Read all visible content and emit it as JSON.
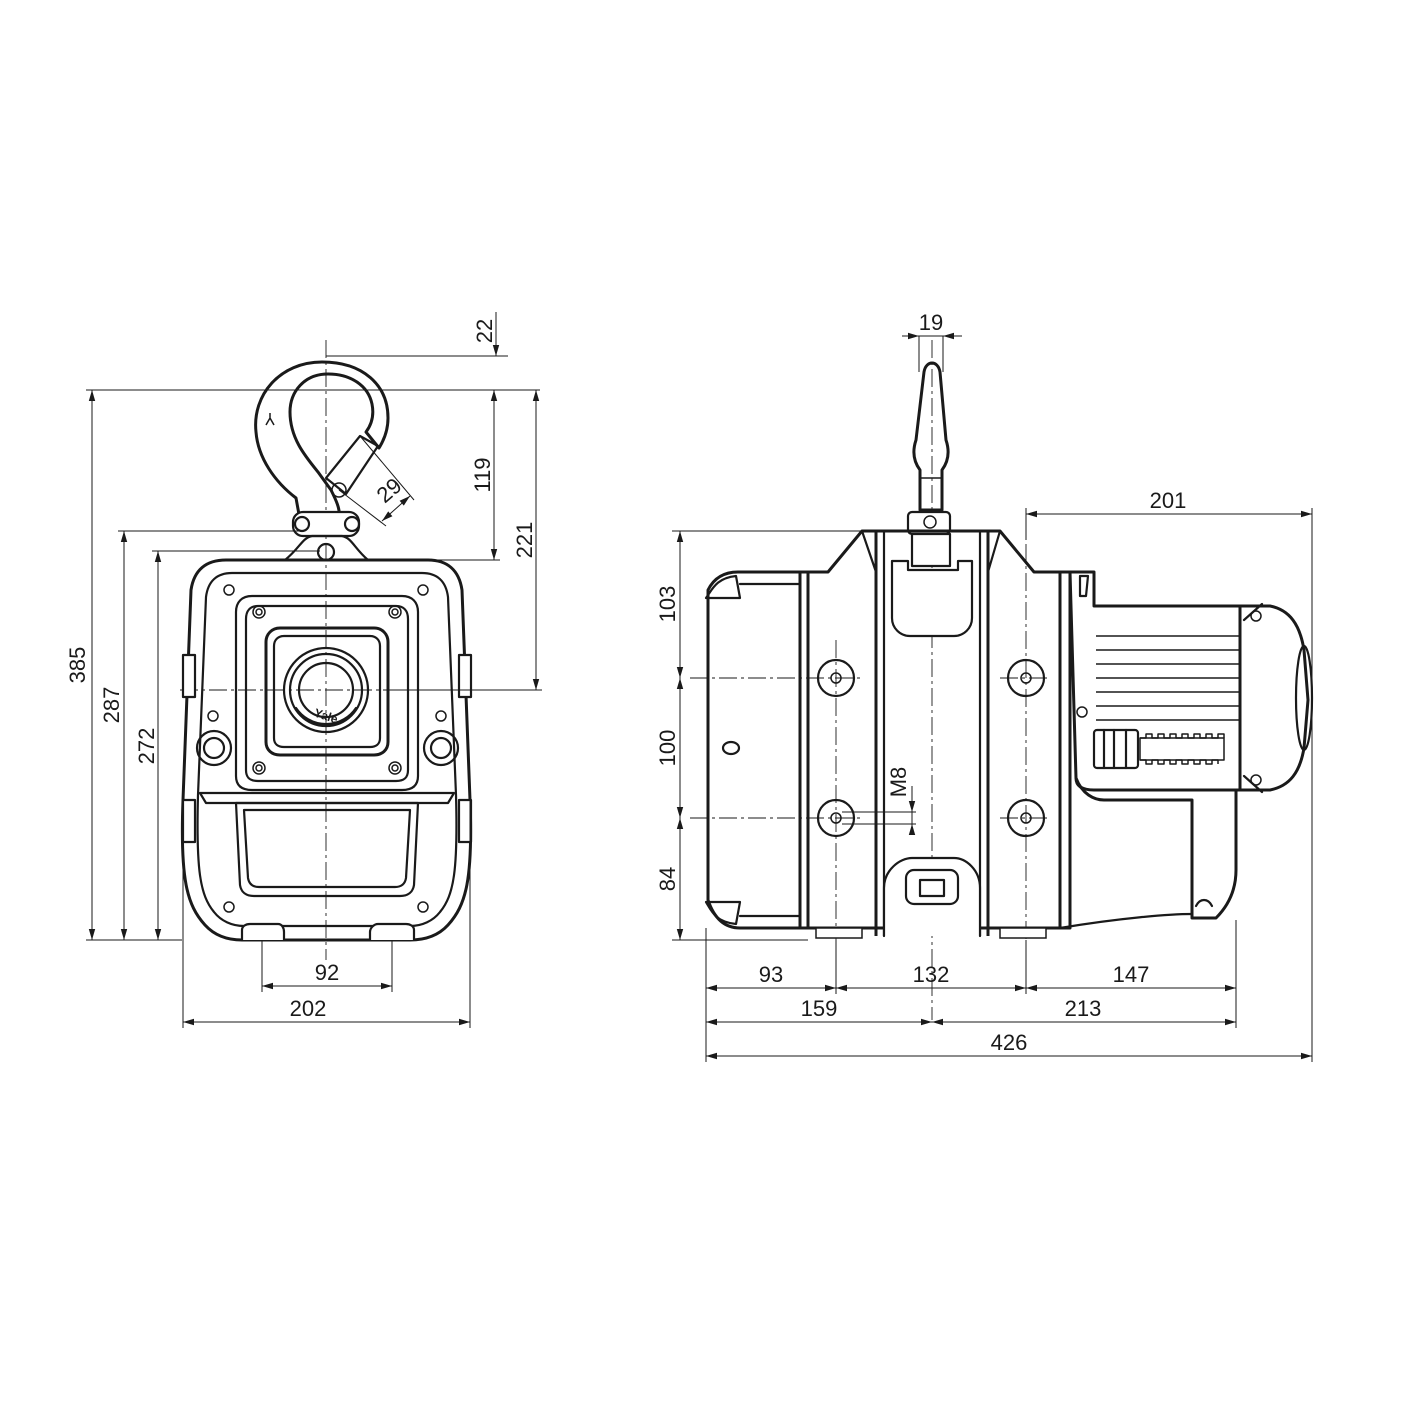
{
  "front_view": {
    "dims": {
      "hook_top": "22",
      "hook_opening": "29",
      "hook_length": "119",
      "eye_to_center": "221",
      "overall_height": "385",
      "body_height_outer": "287",
      "body_height": "272",
      "feet_spacing": "92",
      "width": "202"
    },
    "logo": "Yale"
  },
  "side_view": {
    "dims": {
      "hook_thickness": "19",
      "motor_length": "201",
      "upper_height": "103",
      "hole_spacing": "100",
      "thread": "M8",
      "lower_height": "84",
      "seg_left": "93",
      "seg_mid": "132",
      "seg_right": "147",
      "half_left": "159",
      "half_right": "213",
      "overall_length": "426"
    }
  }
}
